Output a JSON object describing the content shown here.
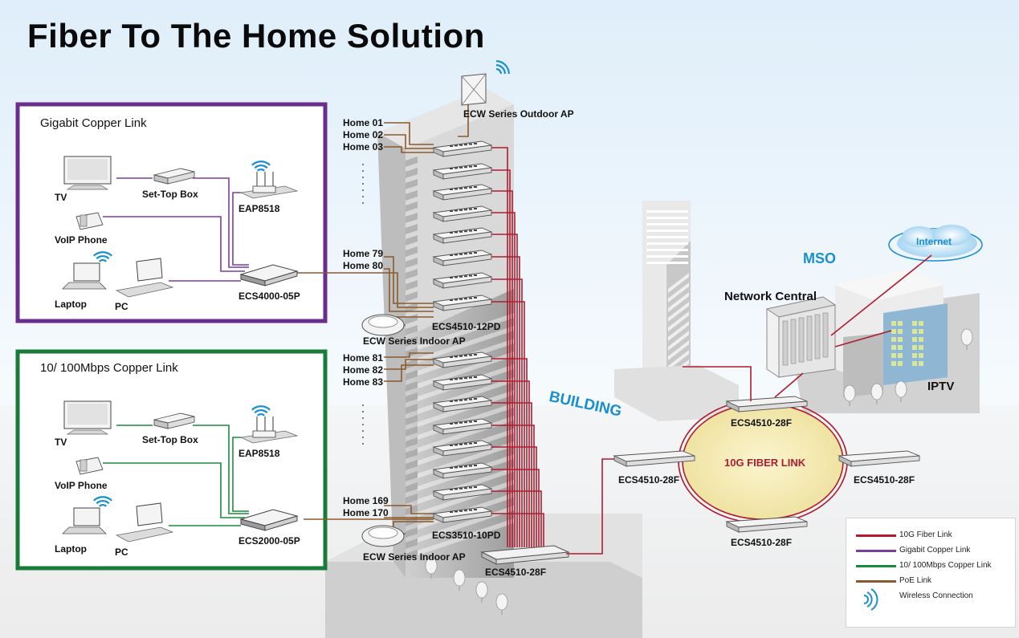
{
  "title": "Fiber To The Home Solution",
  "colors": {
    "fiber": "#b01c2e",
    "gigabit": "#7a3f98",
    "fast": "#1b8a3f",
    "poe": "#8b5a2b",
    "wireless": "#1a8fd0"
  },
  "gigabit_box": {
    "title": "Gigabit Copper Link",
    "tv": "TV",
    "stb": "Set-Top Box",
    "ap": "EAP8518",
    "phone": "VoIP Phone",
    "laptop": "Laptop",
    "pc": "PC",
    "switch": "ECS4000-05P"
  },
  "fast_box": {
    "title": "10/ 100Mbps Copper Link",
    "tv": "TV",
    "stb": "Set-Top Box",
    "ap": "EAP8518",
    "phone": "VoIP Phone",
    "laptop": "Laptop",
    "pc": "PC",
    "switch": "ECS2000-05P"
  },
  "building": {
    "label": "BUILDING",
    "outdoor_ap": "ECW Series Outdoor AP",
    "indoor_ap_1": "ECW Series Indoor AP",
    "indoor_ap_2": "ECW Series Indoor AP",
    "switch_upper": "ECS4510-12PD",
    "switch_lower": "ECS3510-10PD",
    "core_switch": "ECS4510-28F",
    "homes": [
      "Home 01",
      "Home 02",
      "Home 03",
      "Home 79",
      "Home 80",
      "Home 81",
      "Home 82",
      "Home 83",
      "Home 169",
      "Home 170"
    ]
  },
  "ring": {
    "label": "10G FIBER LINK",
    "top": "ECS4510-28F",
    "left": "ECS4510-28F",
    "right": "ECS4510-28F",
    "bottom": "ECS4510-28F"
  },
  "mso": {
    "label": "MSO",
    "network_central": "Network Central",
    "internet": "Internet",
    "iptv": "IPTV"
  },
  "legend": [
    {
      "label": "10G Fiber Link",
      "color": "#b01c2e"
    },
    {
      "label": "Gigabit Copper Link",
      "color": "#7a3f98"
    },
    {
      "label": "10/ 100Mbps Copper Link",
      "color": "#1b8a3f"
    },
    {
      "label": "PoE Link",
      "color": "#8b5a2b"
    },
    {
      "label": "Wireless Connection",
      "color": ""
    }
  ]
}
